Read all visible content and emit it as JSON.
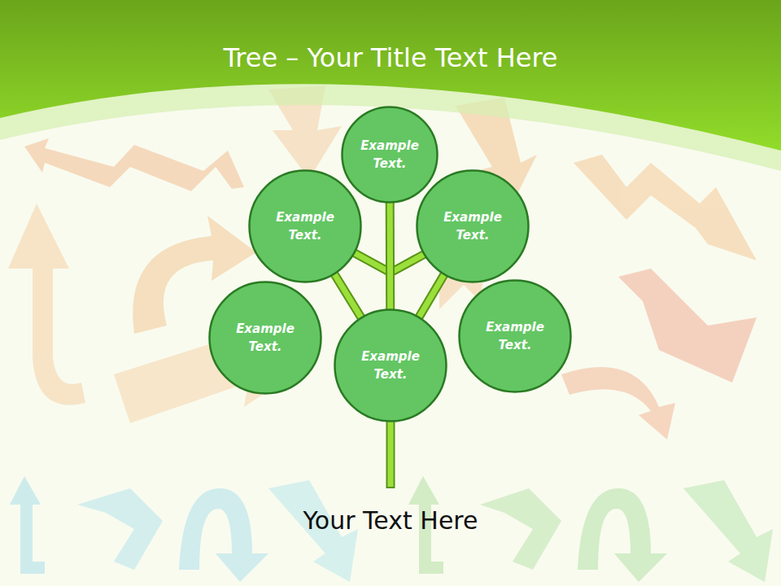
{
  "diagram": {
    "title": "Tree – Your Title Text Here",
    "nodes": [
      {
        "text": [
          "Example Text."
        ]
      },
      {
        "text": [
          "Example Text."
        ]
      },
      {
        "text": [
          "Example Text."
        ]
      },
      {
        "text": [
          "Example Text."
        ]
      },
      {
        "text": [
          "Example Text."
        ]
      },
      {
        "text": [
          "Example Text."
        ]
      }
    ],
    "edges": [
      {
        "from": 0,
        "to": 4,
        "arrow": "none"
      },
      {
        "from": 1,
        "to": 4,
        "arrow": "none"
      },
      {
        "from": 2,
        "to": 4,
        "arrow": "none"
      }
    ],
    "labels": [
      "Your Text Here"
    ]
  }
}
